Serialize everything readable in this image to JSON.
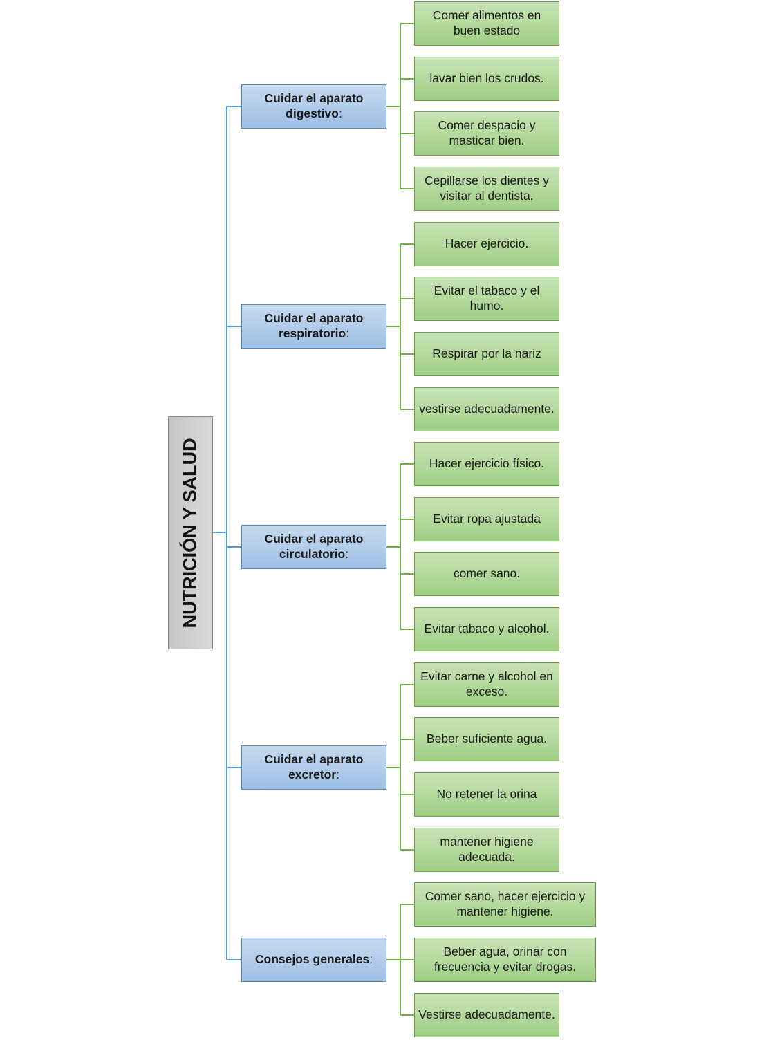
{
  "root": {
    "label": "NUTRICIÓN Y SALUD"
  },
  "categories": [
    {
      "label": "Cuidar el aparato digestivo",
      "suffix": ":",
      "items": [
        "Comer alimentos en buen estado",
        "lavar bien los crudos.",
        "Comer despacio y masticar bien.",
        "Cepillarse los dientes y visitar al dentista."
      ]
    },
    {
      "label": "Cuidar el aparato respiratorio",
      "suffix": ":",
      "items": [
        "Hacer ejercicio.",
        "Evitar el tabaco y el humo.",
        "Respirar por la nariz",
        "vestirse adecuadamente."
      ]
    },
    {
      "label": "Cuidar el aparato circulatorio",
      "suffix": ":",
      "items": [
        "Hacer ejercicio físico.",
        "Evitar ropa ajustada",
        "comer sano.",
        "Evitar tabaco y alcohol."
      ]
    },
    {
      "label": "Cuidar el aparato excretor",
      "suffix": ":",
      "items": [
        "Evitar carne y alcohol en exceso.",
        "Beber suficiente agua.",
        "No retener la orina",
        "mantener higiene adecuada."
      ]
    },
    {
      "label": "Consejos generales",
      "suffix": ":",
      "items": [
        "Comer sano, hacer ejercicio y mantener higiene.",
        "Beber agua, orinar con frecuencia y evitar drogas.",
        "Vestirse adecuadamente."
      ]
    }
  ],
  "colors": {
    "root_fill": "#d0d0d0",
    "category_fill": "#b3cde9",
    "category_connector": "#5b9bd5",
    "leaf_fill": "#b5d99c",
    "leaf_connector": "#70ad47"
  }
}
